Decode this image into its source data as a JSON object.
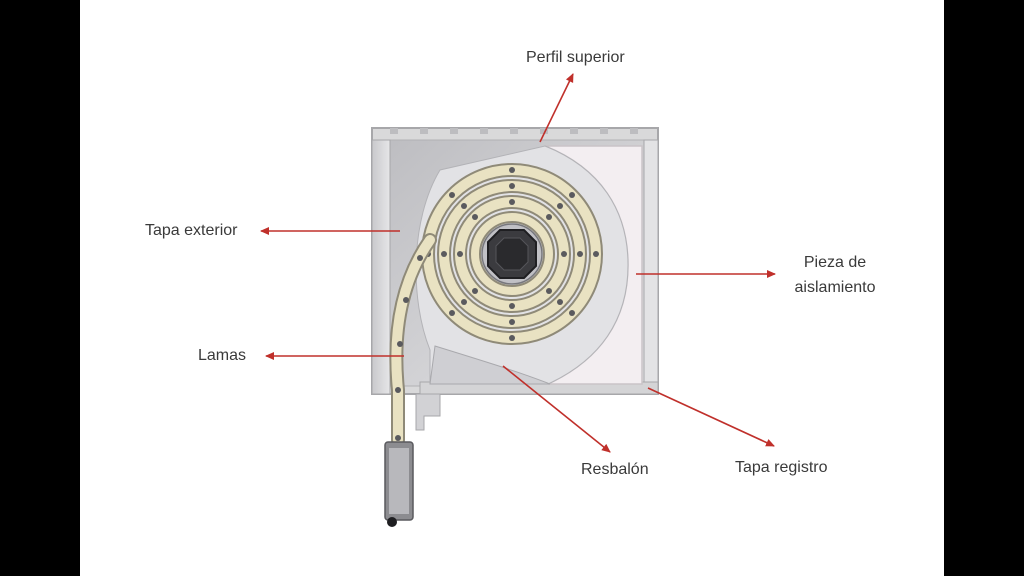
{
  "labels": {
    "perfil_superior": "Perfil superior",
    "tapa_exterior": "Tapa exterior",
    "pieza_line1": "Pieza de",
    "pieza_line2": "aislamiento",
    "lamas": "Lamas",
    "resbalon": "Resbalón",
    "tapa_registro": "Tapa registro"
  },
  "colors": {
    "arrow": "#c0302b",
    "frame": "#d9d9da",
    "frame_dark": "#a7a7aa",
    "insulation": "#f3eef1",
    "slat_fill": "#e9e2c2",
    "text": "#3a3a3a"
  }
}
